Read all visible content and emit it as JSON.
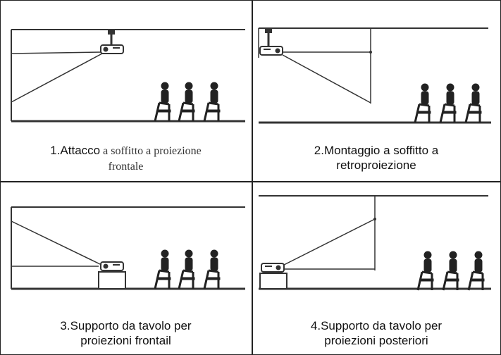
{
  "panels": [
    {
      "caption_a": "1.Attacco",
      "caption_b": " a soffitto a proiezione",
      "caption_c": "frontale"
    },
    {
      "caption_a": "2.Montaggio a soffitto a",
      "caption_c": "retroproiezione"
    },
    {
      "caption_a": "3.Supporto da tavolo per",
      "caption_c": "proiezioni frontail"
    },
    {
      "caption_a": "4.Supporto da tavolo per",
      "caption_c": "proiezioni posteriori"
    }
  ]
}
